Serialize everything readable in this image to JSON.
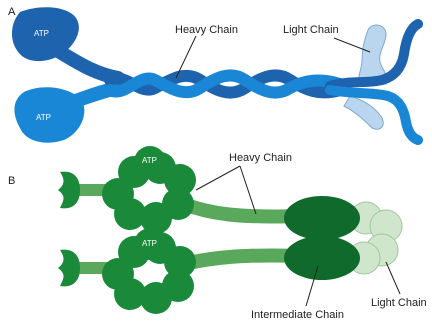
{
  "panel_a": {
    "letter": "A",
    "atp_top": "ATP",
    "atp_bottom": "ATP",
    "heavy_chain": "Heavy Chain",
    "light_chain": "Light Chain"
  },
  "panel_b": {
    "letter": "B",
    "atp_top": "ATP",
    "atp_bottom": "ATP",
    "heavy_chain": "Heavy Chain",
    "intermediate_chain": "Intermediate Chain",
    "light_chain": "Light Chain"
  },
  "colors": {
    "blue_dark": "#1e63ad",
    "blue_mid": "#1a87d6",
    "blue_light": "#b9d6ee",
    "green_head": "#1a8a3a",
    "green_dark": "#0f6a2c",
    "green_stalk": "#59a85c",
    "green_light": "#cfe6cc"
  }
}
